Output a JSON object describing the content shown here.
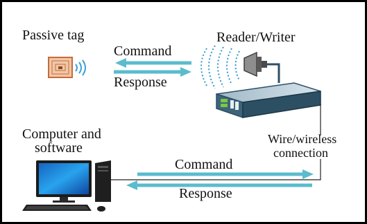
{
  "labels": {
    "passive_tag": "Passive tag",
    "reader_writer": "Reader/Writer",
    "top_command": "Command",
    "top_response": "Response",
    "computer_line1": "Computer and",
    "computer_line2": "software",
    "connection_line1": "Wire/wireless",
    "connection_line2": "connection",
    "bottom_command": "Command",
    "bottom_response": "Response"
  },
  "colors": {
    "arrow": "#5bbccd",
    "tag_body": "#f0c8a8",
    "tag_border": "#c86a3a",
    "signal": "#3aa0d8",
    "monitor_frame": "#1b1b1b",
    "monitor_screen": "#1e88d6",
    "server_body": "#2d4f64",
    "connector_line": "#222222"
  },
  "icons": [
    "rfid-tag-icon",
    "signal-waves-icon",
    "antenna-icon",
    "server-reader-icon",
    "computer-icon"
  ]
}
